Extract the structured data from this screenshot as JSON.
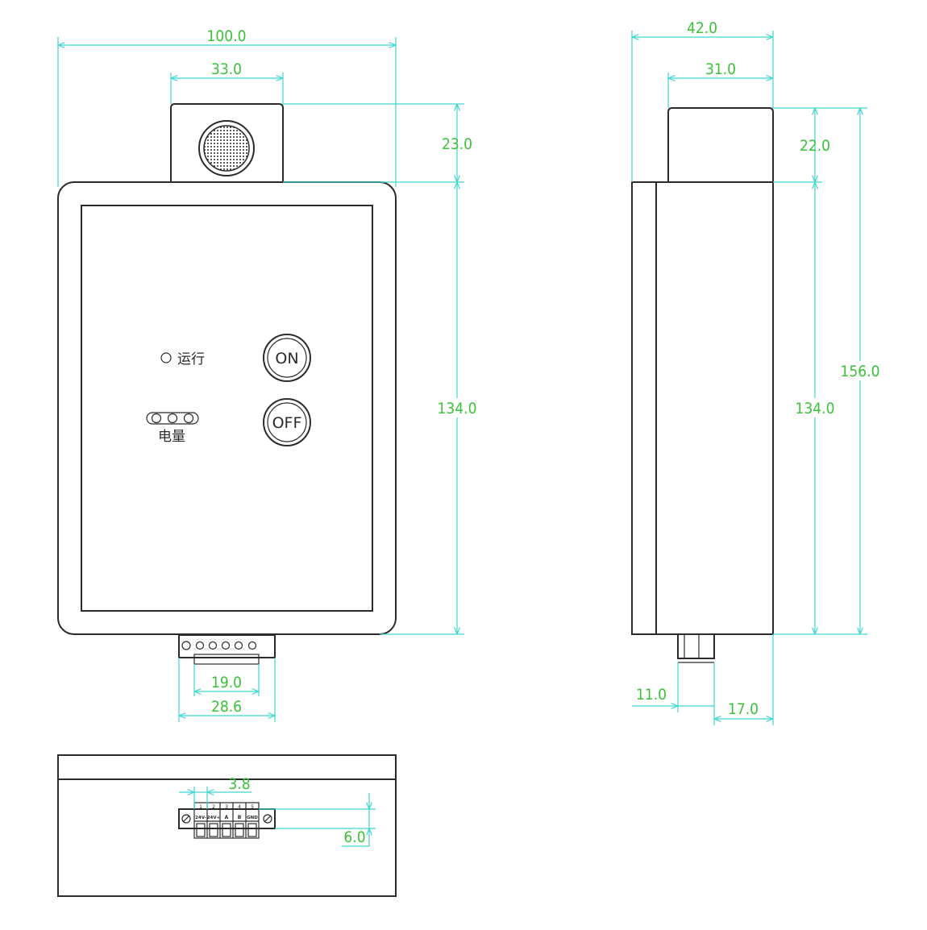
{
  "colors": {
    "outline": "#2b2b2b",
    "dimension_line": "#3fd7d0",
    "dimension_text": "#3cc23a",
    "background": "#ffffff"
  },
  "front_view": {
    "dims": {
      "total_width": "100.0",
      "sensor_width": "33.0",
      "sensor_height": "23.0",
      "body_height": "134.0",
      "terminal_pitch_span": "19.0",
      "terminal_width": "28.6"
    },
    "labels": {
      "run_led": "运行",
      "battery": "电量",
      "on_button": "ON",
      "off_button": "OFF"
    }
  },
  "side_view": {
    "dims": {
      "total_depth": "42.0",
      "cap_depth": "31.0",
      "cap_height": "22.0",
      "body_height": "134.0",
      "total_height": "156.0",
      "terminal_offset": "11.0",
      "terminal_to_back": "17.0"
    }
  },
  "bottom_view": {
    "dims": {
      "pin_pitch": "3.8",
      "terminal_height": "6.0"
    },
    "terminal_pins": {
      "numbers": [
        "1",
        "2",
        "3",
        "4",
        "5"
      ],
      "labels": [
        "24V-",
        "24V+",
        "A",
        "B",
        "GND"
      ]
    }
  }
}
